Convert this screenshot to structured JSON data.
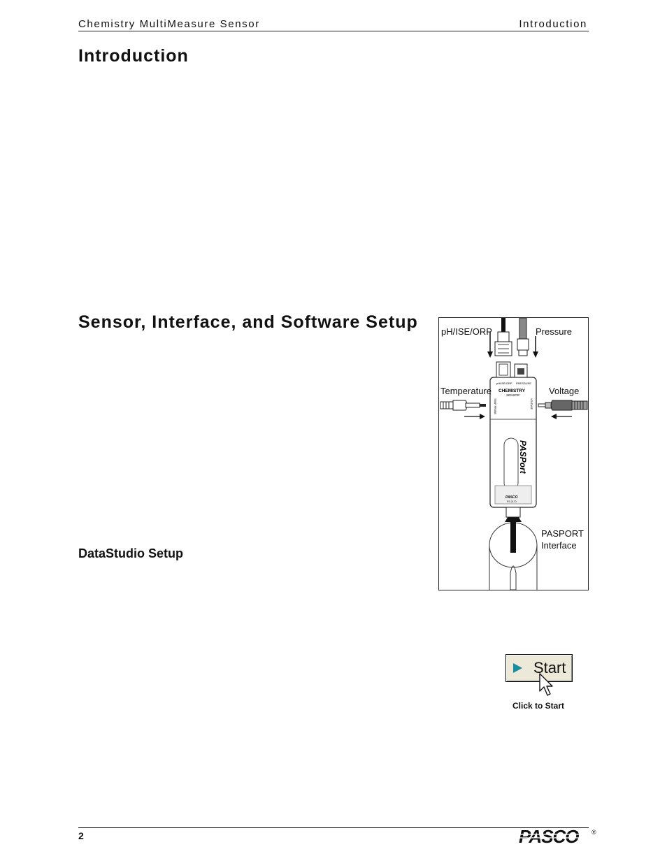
{
  "header": {
    "left": "Chemistry MultiMeasure Sensor",
    "right": "Introduction"
  },
  "sections": {
    "intro_title": "Introduction",
    "setup_title": "Sensor, Interface, and Software Setup",
    "datastudio_title": "DataStudio Setup"
  },
  "figure": {
    "label_ph": "pH/ISE/ORP",
    "label_pressure": "Pressure",
    "label_temperature": "Temperature",
    "label_voltage": "Voltage",
    "label_interface": "PASPORT\nInterface",
    "device_top_left": "pH/ISE/ORP",
    "device_top_right": "PRESSURE",
    "device_name": "CHEMISTRY",
    "device_sub": "SENSOR",
    "device_side_left": "TEMP PROBE",
    "device_side_right": "VOLTAGE",
    "device_brand": "PASPort",
    "device_maker": "PASCO",
    "device_model": "PS-2170"
  },
  "start_button": {
    "label": "Start",
    "caption": "Click to Start",
    "accent": "#1a8ca0"
  },
  "footer": {
    "page_number": "2",
    "logo": "PASCO",
    "registered": "®"
  }
}
